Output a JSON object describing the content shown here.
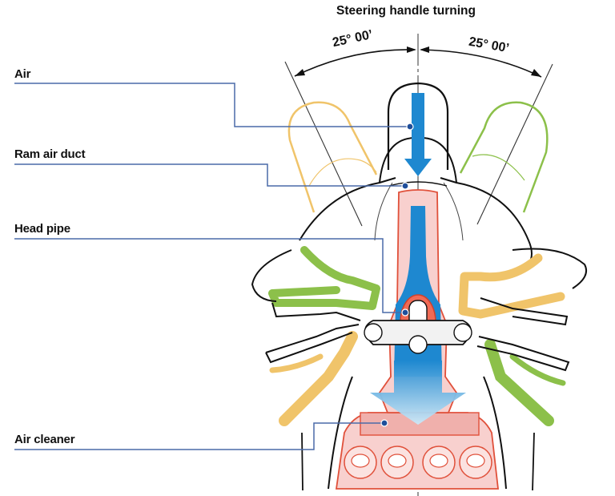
{
  "diagram": {
    "title": "Steering handle turning",
    "angle_left": "25° 00’",
    "angle_right": "25° 00’",
    "labels": {
      "air": "Air",
      "ram_air_duct": "Ram air duct",
      "head_pipe": "Head pipe",
      "air_cleaner": "Air cleaner"
    },
    "colors": {
      "leader_line": "#4a6aa8",
      "leader_dot": "#1f4e9a",
      "air_flow": "#1e88d0",
      "air_flow_light": "#a8d8f2",
      "duct_fill": "#f8d0ce",
      "duct_outline": "#e0503a",
      "left_turn": "#f0c46a",
      "right_turn": "#8cc04a",
      "outline": "#111111"
    }
  }
}
